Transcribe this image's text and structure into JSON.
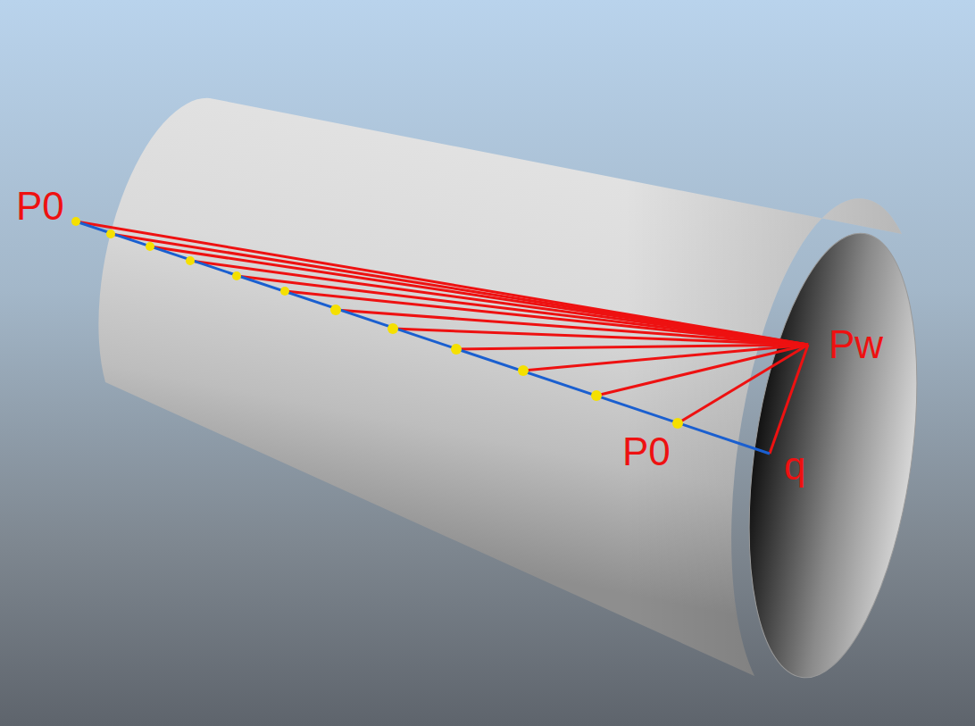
{
  "diagram": {
    "labels": [
      "P0",
      "Pw",
      "P0",
      "q"
    ]
  }
}
